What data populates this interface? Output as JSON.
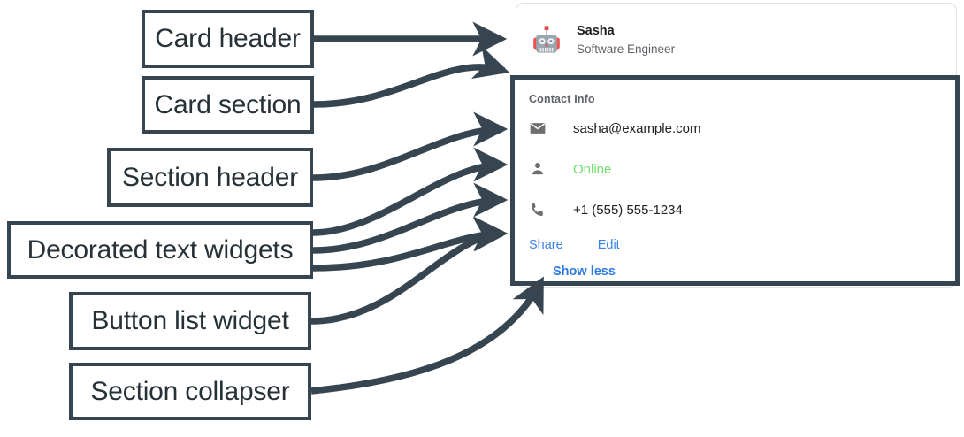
{
  "annotations": [
    {
      "id": "card-header",
      "label": "Card header"
    },
    {
      "id": "card-section",
      "label": "Card section"
    },
    {
      "id": "section-header",
      "label": "Section header"
    },
    {
      "id": "decorated-text",
      "label": "Decorated text widgets"
    },
    {
      "id": "button-list",
      "label": "Button list widget"
    },
    {
      "id": "section-collapser",
      "label": "Section collapser"
    }
  ],
  "card": {
    "header": {
      "avatar_icon": "robot-avatar-icon",
      "title": "Sasha",
      "subtitle": "Software Engineer"
    },
    "section": {
      "header": "Contact Info",
      "rows": [
        {
          "icon": "email-icon",
          "text": "sasha@example.com",
          "color": "#202124"
        },
        {
          "icon": "person-icon",
          "text": "Online",
          "color": "#6fdd6f"
        },
        {
          "icon": "phone-icon",
          "text": "+1 (555) 555-1234",
          "color": "#202124"
        }
      ],
      "buttons": [
        {
          "label": "Share"
        },
        {
          "label": "Edit"
        }
      ],
      "collapser": {
        "label": "Show less"
      }
    }
  },
  "colors": {
    "annotation_stroke": "#36454f",
    "link_blue": "#3b82e8",
    "online_green": "#6fdd6f",
    "muted_text": "#5f6368",
    "card_border": "#e3e3e3"
  }
}
